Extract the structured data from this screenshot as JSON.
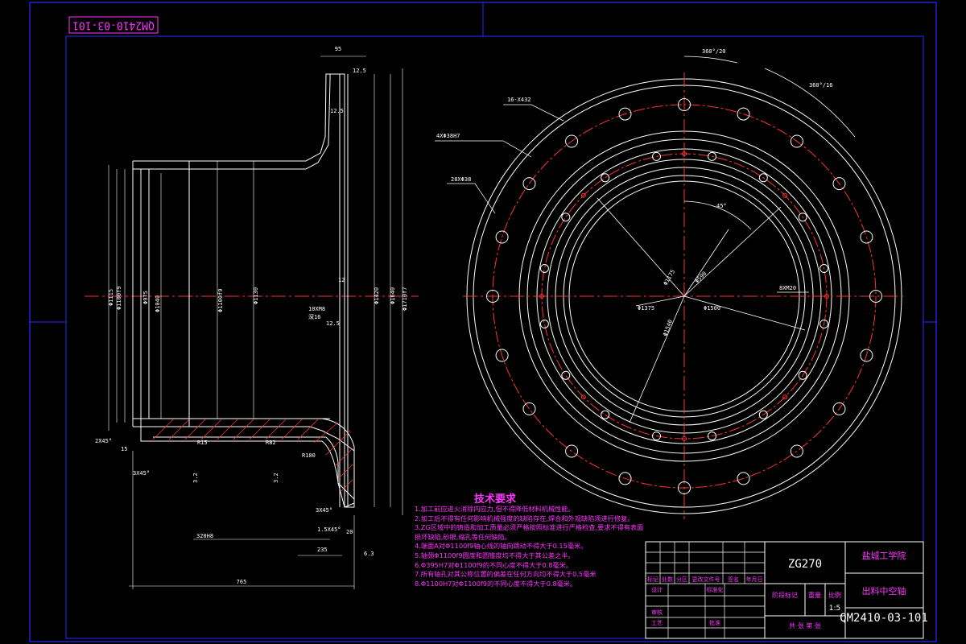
{
  "drawing_stamp": "QM2410-03-101",
  "technical_requirements": {
    "title": "技术要求",
    "items": [
      "1.加工前应进火消除内应力,但不得降低材料机械性能。",
      "2.加工后不得有任何影响机械强度的缺陷存在,焊合和外观缺陷须进行修复。",
      "3.ZG区域中的铸造和加工质量必须严格按照标准进行严格检查,要求不得有表面损坏缺陷,砂眼,缩孔等任何缺陷。",
      "4.端面A对Φ1100f9轴心线的轴向跳动不得大于0.15毫米。",
      "5.轴颈Φ1100f9圆度和圆锥度均不得大于其公差之半。",
      "6.Φ395H7对Φ1100f9的不同心度不得大于0.8毫米。",
      "7.所有轴孔对其公称位置的偏差在任何方向均不得大于0.5毫米",
      "8.Φ1100H7对Φ1100f9的不同心度不得大于0.8毫米。"
    ]
  },
  "title_block": {
    "material": "ZG270",
    "school": "盐城工学院",
    "part_name": "出料中空轴",
    "drawing_number": "QM2410-03-101",
    "scale_header": "比例",
    "weight_header": "重量",
    "stage_header": "阶段标记",
    "scale": "1:5",
    "row_labels": [
      "设计",
      "标准化",
      "审核",
      "工艺",
      "批准"
    ],
    "change_headers": [
      "标记",
      "处数",
      "分区",
      "更改文件号",
      "签名",
      "年月日"
    ],
    "sheet_text": "共  张   第  张"
  },
  "section_view": {
    "top_dims": [
      "95",
      "12.5",
      "12"
    ],
    "left_dims": [
      "Φ1115",
      "Φ1100f9",
      "Φ975",
      "Φ1040",
      "Φ1100f9"
    ],
    "center_dims": [
      "Φ1130",
      "Φ1420",
      "Φ1640",
      "Φ1710f7"
    ],
    "notes": [
      "10XM8",
      "深16",
      "3X45°",
      "1.5X45°",
      "2X45°",
      "3X45°",
      "R100",
      "R82",
      "R15",
      "15"
    ],
    "bottom_dims": [
      "320H8",
      "235",
      "20",
      "765"
    ],
    "surface_marks": [
      "12.5",
      "12.5",
      "3.2",
      "3.2",
      "6.3"
    ]
  },
  "end_view": {
    "angle_dims": [
      "360°/20",
      "360°/16",
      "45°"
    ],
    "callouts": [
      "16-X432",
      "4XΦ38H7",
      "28XΦ38",
      "8XM20"
    ],
    "circle_dims": [
      "Φ1175",
      "Φ590",
      "Φ1375",
      "Φ1500",
      "Φ1540"
    ]
  }
}
